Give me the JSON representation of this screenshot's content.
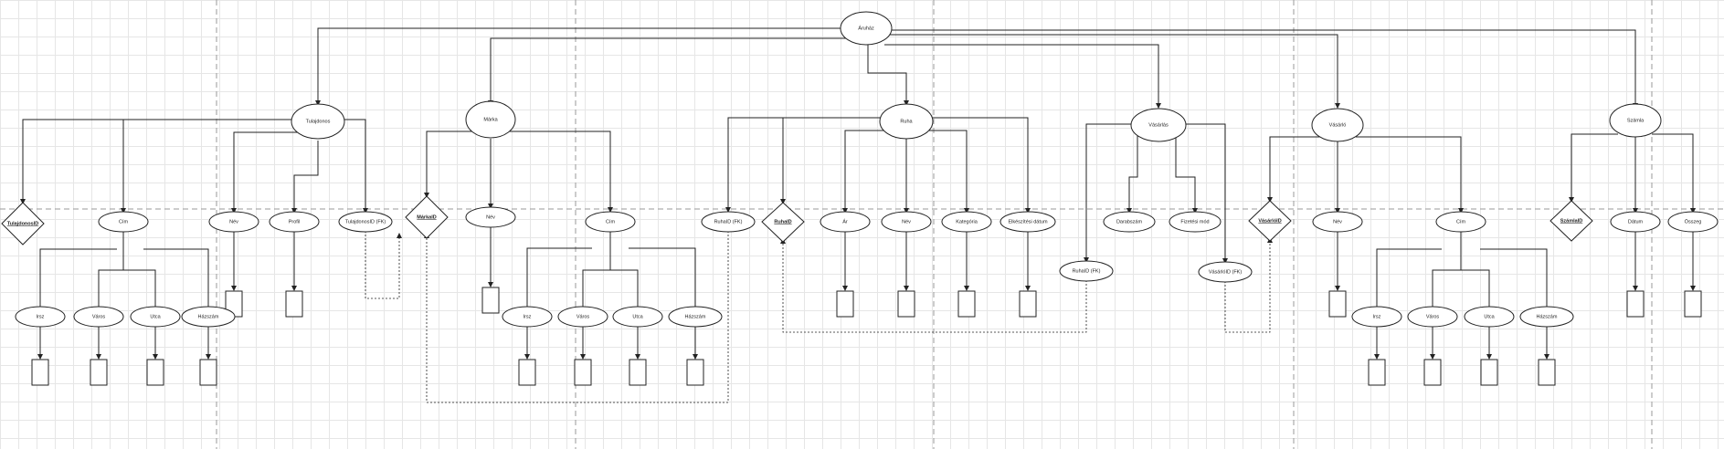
{
  "nodes": {
    "root": "Áruház",
    "tulajdonos": "Tulajdonos",
    "tulajdonosid": "TulajdonosID",
    "tul_cim": "Cím",
    "tul_nev": "Név",
    "tul_profil": "Profil",
    "tul_markaid_fk": "TulajdonosID (FK)",
    "tul_irsz": "Irsz",
    "tul_varos": "Város",
    "tul_utca": "Utca",
    "tul_hazszam": "Házszám",
    "marka": "Márka",
    "markaid": "MárkaID",
    "marka_nev": "Név",
    "marka_cim": "Cím",
    "marka_irsz": "Irsz",
    "marka_varos": "Város",
    "marka_utca": "Utca",
    "marka_hazszam": "Házszám",
    "ruha": "Ruha",
    "ruhaid_fk_marka": "RuhaID (FK)",
    "ruhaid": "RuhaID",
    "ruha_ar": "Ár",
    "ruha_nev": "Név",
    "ruha_kategoria": "Kategória",
    "ruha_datum": "Elkészítési dátum",
    "vasarlas": "Vásárlás",
    "ruhaid_fk": "RuhaID (FK)",
    "vas_darabszam": "Darabszám",
    "vas_fizetesi": "Fizetési mód",
    "vasarloid_fk": "VásárlóID (FK)",
    "vasarlo": "Vásárló",
    "vasarloid": "VásárlóID",
    "vas_nev": "Név",
    "vas_cim": "Cím",
    "vas_irsz": "Irsz",
    "vas_varos": "Város",
    "vas_utca": "Utca",
    "vas_hazszam": "Házszám",
    "szamla": "Számla",
    "szamlaid": "SzámlaID",
    "szamla_datum": "Dátum",
    "szamla_osszeg": "Összeg"
  }
}
